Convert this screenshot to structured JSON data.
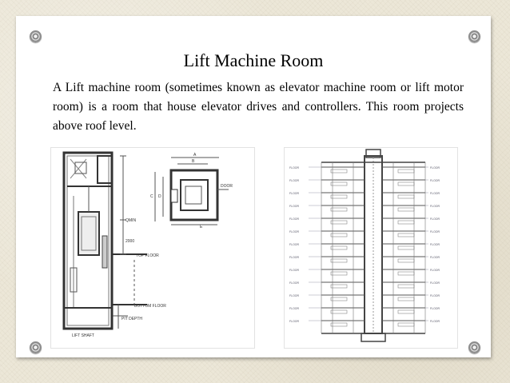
{
  "slide": {
    "title": "Lift Machine Room",
    "body": "A Lift machine room (sometimes known as elevator machine room or lift motor room) is a room that house elevator drives and controllers. This room projects above roof level."
  },
  "diagram_left": {
    "labels": {
      "top_floor": "TOP FLOOR",
      "bottom_floor": "BOTTOM FLOOR",
      "pit_depth": "PIT DEPTH",
      "lift_shaft": "LIFT SHAFT",
      "dim_2000": "2000",
      "dim_top": "QMIN",
      "dim_e": "E",
      "dim_a": "A",
      "dim_b": "B",
      "dim_c": "C",
      "dim_d": "D",
      "door": "DOOR"
    }
  },
  "diagram_right": {
    "floor_labels": [
      "FLOOR",
      "FLOOR",
      "FLOOR",
      "FLOOR",
      "FLOOR",
      "FLOOR",
      "FLOOR",
      "FLOOR",
      "FLOOR",
      "FLOOR",
      "FLOOR",
      "FLOOR",
      "FLOOR"
    ]
  }
}
